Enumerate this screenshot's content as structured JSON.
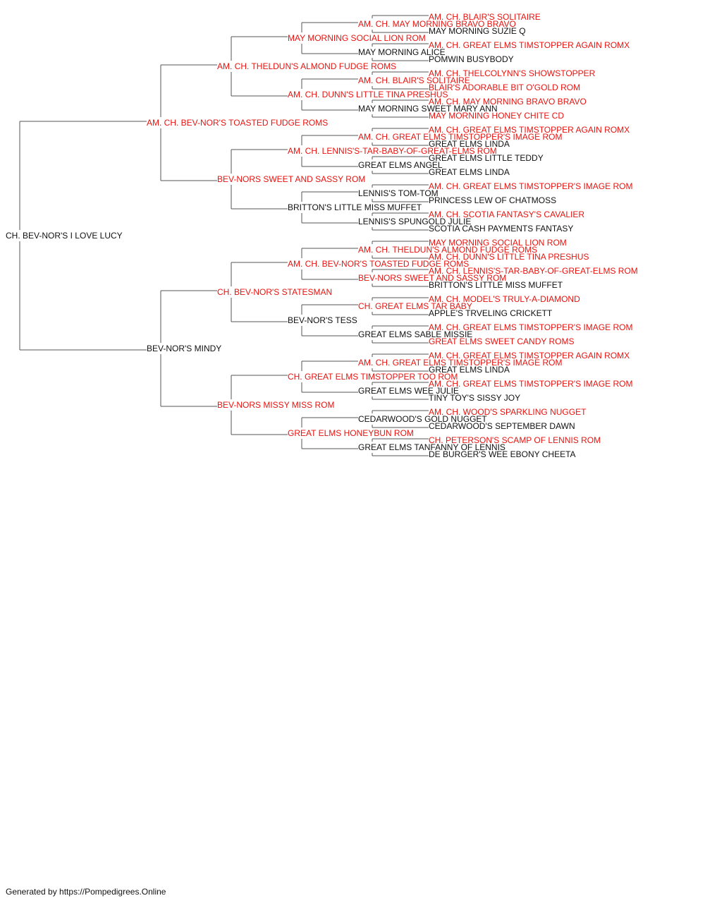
{
  "colors": {
    "champion": "#e8130f",
    "regular": "#111111",
    "line": "#555555"
  },
  "pedigree": {
    "name": "CH. BEV-NOR'S I LOVE LUCY",
    "champion": false,
    "sire": {
      "name": "AM. CH. BEV-NOR'S TOASTED FUDGE ROMS",
      "champion": true,
      "sire": {
        "name": "AM. CH. THELDUN'S ALMOND FUDGE ROMS",
        "champion": true,
        "sire": {
          "name": "MAY MORNING SOCIAL LION ROM",
          "champion": true,
          "sire": {
            "name": "AM. CH. MAY MORNING BRAVO BRAVO",
            "champion": true,
            "sire": {
              "name": "AM. CH. BLAIR'S SOLITAIRE",
              "champion": true
            },
            "dam": {
              "name": "MAY MORNING SUZIE Q",
              "champion": false
            }
          },
          "dam": {
            "name": "MAY MORNING ALICE",
            "champion": false,
            "sire": {
              "name": "AM. CH. GREAT ELMS TIMSTOPPER AGAIN ROMX",
              "champion": true
            },
            "dam": {
              "name": "POMWIN BUSYBODY",
              "champion": false
            }
          }
        },
        "dam": {
          "name": "AM. CH. DUNN'S LITTLE TINA PRESHUS",
          "champion": true,
          "sire": {
            "name": "AM. CH. BLAIR'S SOLITAIRE",
            "champion": true,
            "sire": {
              "name": "AM. CH. THELCOLYNN'S SHOWSTOPPER",
              "champion": true
            },
            "dam": {
              "name": "BLAIR'S ADORABLE BIT O'GOLD ROM",
              "champion": true
            }
          },
          "dam": {
            "name": "MAY MORNING SWEET MARY ANN",
            "champion": false,
            "sire": {
              "name": "AM. CH. MAY MORNING BRAVO BRAVO",
              "champion": true
            },
            "dam": {
              "name": "MAY MORNING HONEY CHITE CD",
              "champion": true
            }
          }
        }
      },
      "dam": {
        "name": "BEV-NORS SWEET AND SASSY ROM",
        "champion": true,
        "sire": {
          "name": "AM. CH. LENNIS'S-TAR-BABY-OF-GREAT-ELMS ROM",
          "champion": true,
          "sire": {
            "name": "AM. CH. GREAT ELMS TIMSTOPPER'S IMAGE ROM",
            "champion": true,
            "sire": {
              "name": "AM. CH. GREAT ELMS TIMSTOPPER AGAIN ROMX",
              "champion": true
            },
            "dam": {
              "name": "GREAT ELMS LINDA",
              "champion": false
            }
          },
          "dam": {
            "name": "GREAT ELMS ANGEL",
            "champion": false,
            "sire": {
              "name": "GREAT ELMS LITTLE TEDDY",
              "champion": false
            },
            "dam": {
              "name": "GREAT ELMS LINDA",
              "champion": false
            }
          }
        },
        "dam": {
          "name": "BRITTON'S LITTLE MISS MUFFET",
          "champion": false,
          "sire": {
            "name": "LENNIS'S TOM-TOM",
            "champion": false,
            "sire": {
              "name": "AM. CH. GREAT ELMS TIMSTOPPER'S IMAGE ROM",
              "champion": true
            },
            "dam": {
              "name": "PRINCESS LEW OF CHATMOSS",
              "champion": false
            }
          },
          "dam": {
            "name": "LENNIS'S SPUNGOLD JULIE",
            "champion": false,
            "sire": {
              "name": "AM. CH. SCOTIA FANTASY'S CAVALIER",
              "champion": true
            },
            "dam": {
              "name": "SCOTIA CASH PAYMENTS FANTASY",
              "champion": false
            }
          }
        }
      }
    },
    "dam": {
      "name": "BEV-NOR'S MINDY",
      "champion": false,
      "sire": {
        "name": "CH. BEV-NOR'S STATESMAN",
        "champion": true,
        "sire": {
          "name": "AM. CH. BEV-NOR'S TOASTED FUDGE ROMS",
          "champion": true,
          "sire": {
            "name": "AM. CH. THELDUN'S ALMOND FUDGE ROMS",
            "champion": true,
            "sire": {
              "name": "MAY MORNING SOCIAL LION ROM",
              "champion": true
            },
            "dam": {
              "name": "AM. CH. DUNN'S LITTLE TINA PRESHUS",
              "champion": true
            }
          },
          "dam": {
            "name": "BEV-NORS SWEET AND SASSY ROM",
            "champion": true,
            "sire": {
              "name": "AM. CH. LENNIS'S-TAR-BABY-OF-GREAT-ELMS ROM",
              "champion": true
            },
            "dam": {
              "name": "BRITTON'S LITTLE MISS MUFFET",
              "champion": false
            }
          }
        },
        "dam": {
          "name": "BEV-NOR'S TESS",
          "champion": false,
          "sire": {
            "name": "CH. GREAT ELMS TAR BABY",
            "champion": true,
            "sire": {
              "name": "AM. CH. MODEL'S TRULY-A-DIAMOND",
              "champion": true
            },
            "dam": {
              "name": "APPLE'S TRVELING CRICKETT",
              "champion": false
            }
          },
          "dam": {
            "name": "GREAT ELMS SABLE MISSIE",
            "champion": false,
            "sire": {
              "name": "AM. CH. GREAT ELMS TIMSTOPPER'S IMAGE ROM",
              "champion": true
            },
            "dam": {
              "name": "GREAT ELMS SWEET CANDY ROMS",
              "champion": true
            }
          }
        }
      },
      "dam": {
        "name": "BEV-NORS MISSY MISS ROM",
        "champion": true,
        "sire": {
          "name": "CH. GREAT ELMS TIMSTOPPER TOO ROM",
          "champion": true,
          "sire": {
            "name": "AM. CH. GREAT ELMS TIMSTOPPER'S IMAGE ROM",
            "champion": true,
            "sire": {
              "name": "AM. CH. GREAT ELMS TIMSTOPPER AGAIN ROMX",
              "champion": true
            },
            "dam": {
              "name": "GREAT ELMS LINDA",
              "champion": false
            }
          },
          "dam": {
            "name": "GREAT ELMS WEE JULIE",
            "champion": false,
            "sire": {
              "name": "AM. CH. GREAT ELMS TIMSTOPPER'S IMAGE ROM",
              "champion": true
            },
            "dam": {
              "name": "TINY TOY'S SISSY JOY",
              "champion": false
            }
          }
        },
        "dam": {
          "name": "GREAT ELMS HONEYBUN ROM",
          "champion": true,
          "sire": {
            "name": "CEDARWOOD'S GOLD NUGGET",
            "champion": false,
            "sire": {
              "name": "AM. CH. WOOD'S SPARKLING NUGGET",
              "champion": true
            },
            "dam": {
              "name": "CEDARWOOD'S SEPTEMBER DAWN",
              "champion": false
            }
          },
          "dam": {
            "name": "GREAT ELMS TANFANNY OF LENNIS",
            "champion": false,
            "sire": {
              "name": "CH. PETERSON'S SCAMP OF LENNIS ROM",
              "champion": true
            },
            "dam": {
              "name": "DE BURGER'S WEE EBONY CHEETA",
              "champion": false
            }
          }
        }
      }
    }
  },
  "footer": {
    "text": "Generated by https://Pompedigrees.Online"
  }
}
